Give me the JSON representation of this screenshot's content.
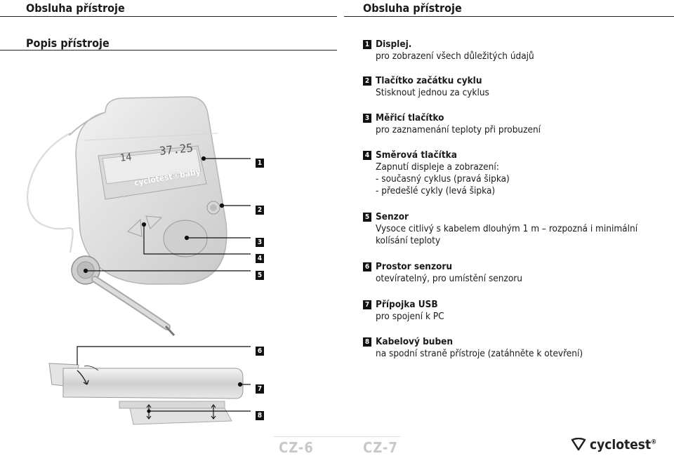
{
  "header": {
    "left_title": "Obsluha přístroje",
    "right_title": "Obsluha přístroje"
  },
  "section_title": "Popis přístroje",
  "device_brand": "cyclotest®baby",
  "display": {
    "left": "14",
    "right": "37.25"
  },
  "items": [
    {
      "num": "1",
      "title": "Displej.",
      "desc": [
        "pro zobrazení všech důležitých údajů"
      ]
    },
    {
      "num": "2",
      "title": "Tlačítko začátku cyklu",
      "desc": [
        "Stisknout jednou za cyklus"
      ]
    },
    {
      "num": "3",
      "title": "Měřicí tlačítko",
      "desc": [
        "pro zaznamenání teploty při probuzení"
      ]
    },
    {
      "num": "4",
      "title": "Směrová tlačítka",
      "desc": [
        "Zapnutí displeje a zobrazení:",
        "- současný cyklus (pravá šipka)",
        "- předešlé cykly (levá šipka)"
      ]
    },
    {
      "num": "5",
      "title": "Senzor",
      "desc": [
        "Vysoce citlivý s kabelem dlouhým 1 m – rozpozná i minimální",
        "kolísání teploty"
      ]
    },
    {
      "num": "6",
      "title": "Prostor senzoru",
      "desc": [
        "otevíratelný, pro umístění senzoru"
      ]
    },
    {
      "num": "7",
      "title": "Přípojka USB",
      "desc": [
        "pro spojení k PC"
      ]
    },
    {
      "num": "8",
      "title": "Kabelový buben",
      "desc": [
        "na spodní straně přístroje (zatáhněte k otevření)"
      ]
    }
  ],
  "callouts": [
    "1",
    "2",
    "3",
    "4",
    "5",
    "6",
    "7",
    "8"
  ],
  "footer": {
    "page_left": "CZ-6",
    "page_right": "CZ-7",
    "logo_text": "cyclotest",
    "logo_mark": "®"
  }
}
